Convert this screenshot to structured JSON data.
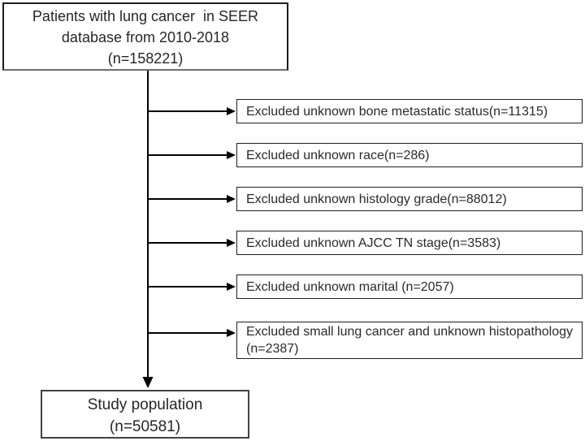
{
  "flowchart": {
    "top_box": {
      "line1": "Patients with lung cancer  in SEER",
      "line2": "database from 2010-2018",
      "line3": "(n=158221)"
    },
    "exclusions": [
      {
        "label": "Excluded unknown bone metastatic status(n=11315)"
      },
      {
        "label": "Excluded unknown race(n=286)"
      },
      {
        "label": "Excluded unknown histology grade(n=88012)"
      },
      {
        "label": "Excluded unknown AJCC TN stage(n=3583)"
      },
      {
        "label": "Excluded unknown marital (n=2057)"
      },
      {
        "label": "Excluded small lung cancer and unknown histopathology",
        "label2": "(n=2387)"
      }
    ],
    "bottom_box": {
      "line1": "Study population",
      "line2": "(n=50581)"
    },
    "colors": {
      "background": "#ffffff",
      "line": "#000000",
      "box_border": "#1f1f1f",
      "text": "#262626"
    }
  }
}
